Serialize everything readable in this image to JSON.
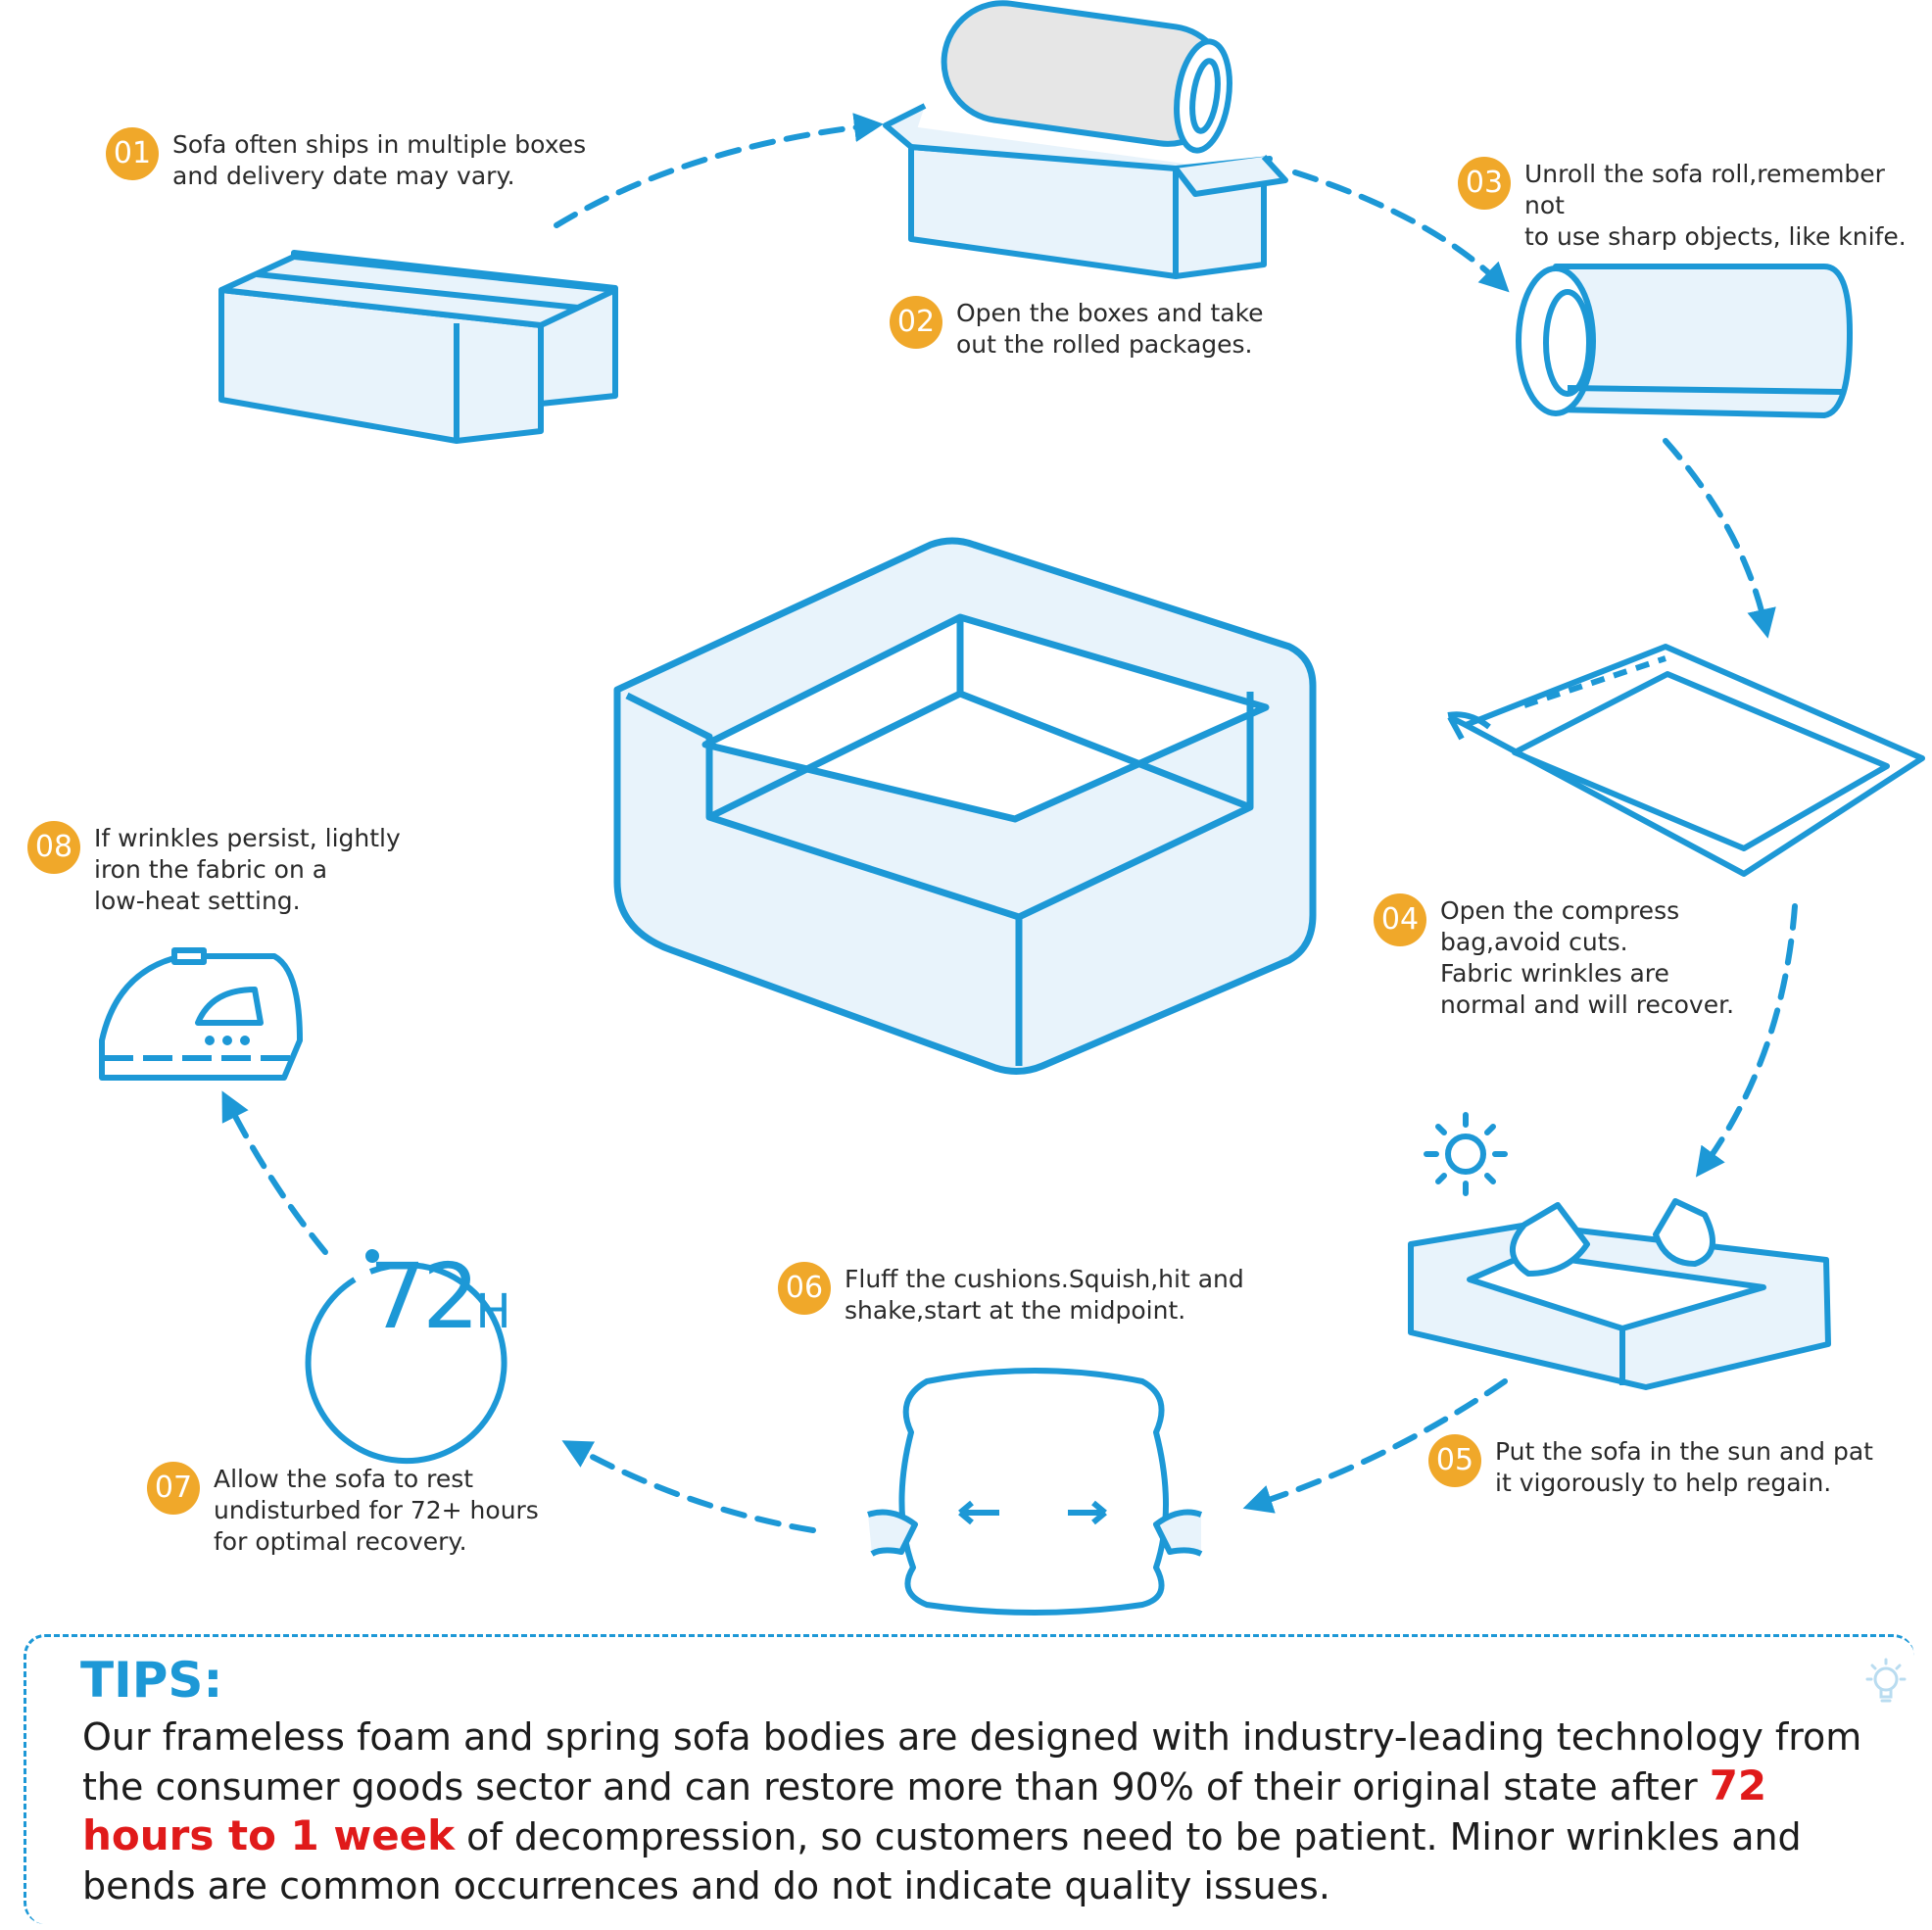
{
  "steps": [
    {
      "num": "01",
      "text": "Sofa often ships in multiple boxes\nand delivery date may vary."
    },
    {
      "num": "02",
      "text": "Open the boxes and take\nout the rolled packages."
    },
    {
      "num": "03",
      "text": "Unroll the sofa roll,remember not\nto use sharp objects, like knife."
    },
    {
      "num": "04",
      "text": "Open the compress\nbag,avoid cuts.\nFabric wrinkles are\nnormal and will recover."
    },
    {
      "num": "05",
      "text": "Put the sofa in the sun and pat\nit vigorously to help regain."
    },
    {
      "num": "06",
      "text": "Fluff the cushions.Squish,hit and\nshake,start at the midpoint."
    },
    {
      "num": "07",
      "text": "Allow the sofa to rest\nundisturbed for 72+ hours\nfor optimal recovery."
    },
    {
      "num": "08",
      "text": "If wrinkles persist, lightly\niron the fabric on a\nlow-heat setting."
    }
  ],
  "timer": {
    "number": "72",
    "unit": "H"
  },
  "tips": {
    "title": "TIPS:",
    "body_before": "Our frameless foam and spring sofa bodies are designed with industry-leading technology from the consumer goods sector and can restore more than 90% of their original state after ",
    "highlight": "72 hours to 1 week",
    "body_after": " of decompression, so customers need to be patient. Minor wrinkles and bends are common occurrences and do not indicate quality issues."
  },
  "colors": {
    "accent": "#1d98d6",
    "badge": "#f0a82a",
    "highlight": "#e01a1a",
    "fill": "#e8f3fb"
  },
  "icons": [
    "boxes-icon",
    "open-box-roll-icon",
    "sofa-roll-icon",
    "compress-bag-icon",
    "sun-icon",
    "hands-patting-icon",
    "cushion-icon",
    "timer-72h-icon",
    "iron-icon",
    "sofa-icon",
    "lightbulb-icon"
  ]
}
